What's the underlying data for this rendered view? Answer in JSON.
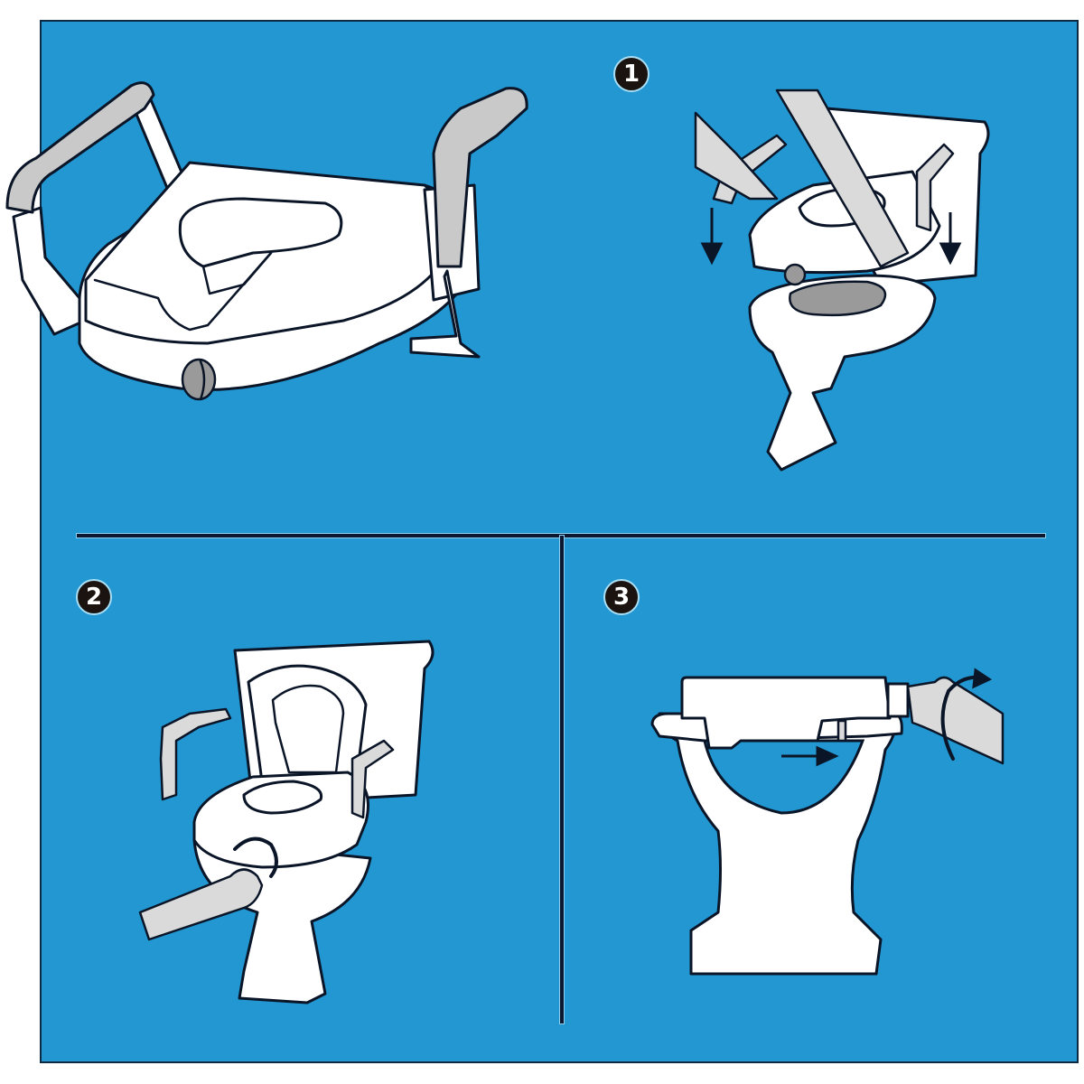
{
  "figure": {
    "title": "",
    "background_color": "#2297d1",
    "line_color": "#0b1528",
    "panels": [
      {
        "id": "product",
        "step": "",
        "description": "Raised toilet seat with padded armrests and side locking knob"
      },
      {
        "id": "step1",
        "step": "1",
        "description": "Hands lower the raised seat onto the toilet bowl; arrows point down"
      },
      {
        "id": "step2",
        "step": "2",
        "description": "Hand turns the locking knob on the front of the seat; circular rotation arrow"
      },
      {
        "id": "step3",
        "step": "3",
        "description": "Side view: hand turns knob to push clamp against the bowl; right arrow and curved rotation arrow"
      }
    ]
  },
  "steps": {
    "one": "1",
    "two": "2",
    "three": "3"
  }
}
